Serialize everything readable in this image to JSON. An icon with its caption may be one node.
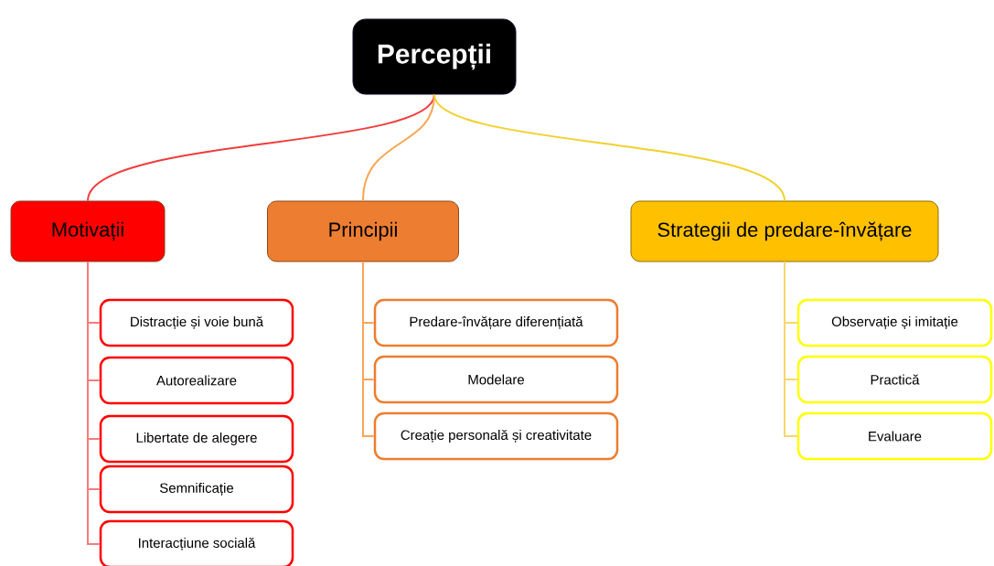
{
  "diagram": {
    "nodes": [
      {
        "text": [
          "Percepții"
        ]
      },
      {
        "text": [
          "Motivații"
        ]
      },
      {
        "text": [
          "Principii"
        ]
      },
      {
        "text": [
          "Strategii de predare-învățare"
        ]
      },
      {
        "text": [
          "Distracție și voie bună"
        ]
      },
      {
        "text": [
          "Autorealizare"
        ]
      },
      {
        "text": [
          "Libertate de alegere"
        ]
      },
      {
        "text": [
          "Semnificație"
        ]
      },
      {
        "text": [
          "Interacțiune socială"
        ]
      },
      {
        "text": [
          "Predare-învățare diferențiată"
        ]
      },
      {
        "text": [
          "Modelare"
        ]
      },
      {
        "text": [
          "Creație personală și creativitate"
        ]
      },
      {
        "text": [
          "Observație și imitație"
        ]
      },
      {
        "text": [
          "Practică"
        ]
      },
      {
        "text": [
          "Evaluare"
        ]
      }
    ],
    "edges": [
      {
        "from": 0,
        "to": 1,
        "arrow": "none",
        "color": "#f03c3c"
      },
      {
        "from": 0,
        "to": 2,
        "arrow": "none",
        "color": "#f7a552"
      },
      {
        "from": 0,
        "to": 3,
        "arrow": "none",
        "color": "#f2d02c"
      },
      {
        "from": 1,
        "to": 4,
        "arrow": "none",
        "color": "#f77b7b"
      },
      {
        "from": 1,
        "to": 5,
        "arrow": "none",
        "color": "#f77b7b"
      },
      {
        "from": 1,
        "to": 6,
        "arrow": "none",
        "color": "#f77b7b"
      },
      {
        "from": 1,
        "to": 7,
        "arrow": "none",
        "color": "#f77b7b"
      },
      {
        "from": 1,
        "to": 8,
        "arrow": "none",
        "color": "#f77b7b"
      },
      {
        "from": 2,
        "to": 9,
        "arrow": "none",
        "color": "#f6a55a"
      },
      {
        "from": 2,
        "to": 10,
        "arrow": "none",
        "color": "#f6a55a"
      },
      {
        "from": 2,
        "to": 11,
        "arrow": "none",
        "color": "#f6a55a"
      },
      {
        "from": 3,
        "to": 12,
        "arrow": "none",
        "color": "#f5d76e"
      },
      {
        "from": 3,
        "to": 13,
        "arrow": "none",
        "color": "#f5d76e"
      },
      {
        "from": 3,
        "to": 14,
        "arrow": "none",
        "color": "#f5d76e"
      }
    ]
  }
}
